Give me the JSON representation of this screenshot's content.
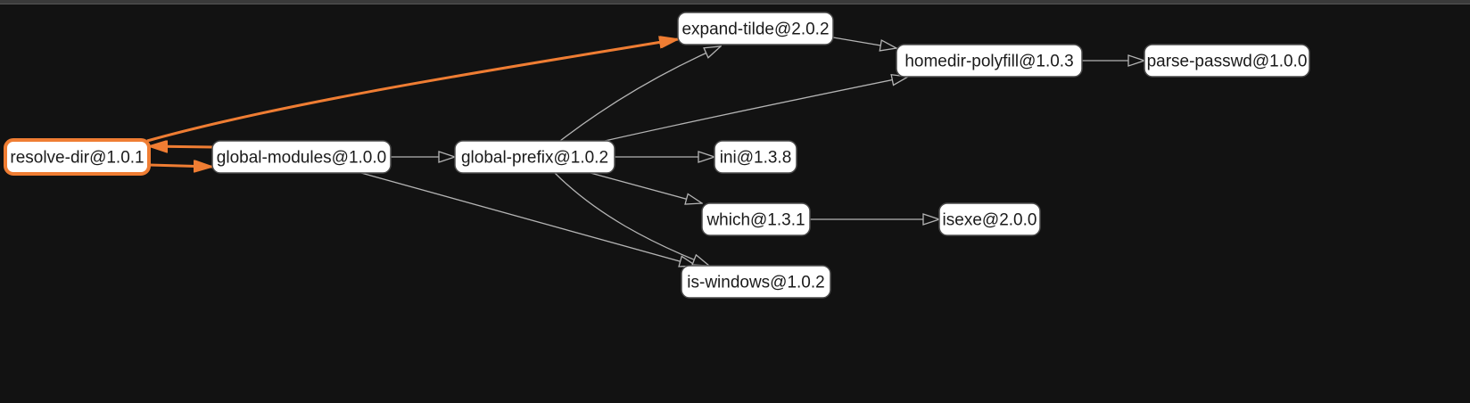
{
  "graph": {
    "selected_node": "resolve-dir",
    "colors": {
      "background": "#121212",
      "node_fill": "#ffffff",
      "node_stroke": "#4a4a4a",
      "edge": "#b4b4b4",
      "highlight": "#ef7d33"
    },
    "nodes": [
      {
        "id": "resolve-dir",
        "label": "resolve-dir@1.0.1"
      },
      {
        "id": "global-modules",
        "label": "global-modules@1.0.0"
      },
      {
        "id": "global-prefix",
        "label": "global-prefix@1.0.2"
      },
      {
        "id": "expand-tilde",
        "label": "expand-tilde@2.0.2"
      },
      {
        "id": "homedir-polyfill",
        "label": "homedir-polyfill@1.0.3"
      },
      {
        "id": "parse-passwd",
        "label": "parse-passwd@1.0.0"
      },
      {
        "id": "ini",
        "label": "ini@1.3.8"
      },
      {
        "id": "which",
        "label": "which@1.3.1"
      },
      {
        "id": "isexe",
        "label": "isexe@2.0.0"
      },
      {
        "id": "is-windows",
        "label": "is-windows@1.0.2"
      }
    ],
    "edges": [
      {
        "from": "resolve-dir",
        "to": "expand-tilde",
        "highlight": true
      },
      {
        "from": "resolve-dir",
        "to": "global-modules",
        "highlight": true
      },
      {
        "from": "global-modules",
        "to": "resolve-dir",
        "highlight": true
      },
      {
        "from": "global-modules",
        "to": "global-prefix",
        "highlight": false
      },
      {
        "from": "global-modules",
        "to": "is-windows",
        "highlight": false
      },
      {
        "from": "global-prefix",
        "to": "expand-tilde",
        "highlight": false
      },
      {
        "from": "global-prefix",
        "to": "homedir-polyfill",
        "highlight": false
      },
      {
        "from": "global-prefix",
        "to": "ini",
        "highlight": false
      },
      {
        "from": "global-prefix",
        "to": "which",
        "highlight": false
      },
      {
        "from": "global-prefix",
        "to": "is-windows",
        "highlight": false
      },
      {
        "from": "expand-tilde",
        "to": "homedir-polyfill",
        "highlight": false
      },
      {
        "from": "homedir-polyfill",
        "to": "parse-passwd",
        "highlight": false
      },
      {
        "from": "which",
        "to": "isexe",
        "highlight": false
      }
    ]
  }
}
